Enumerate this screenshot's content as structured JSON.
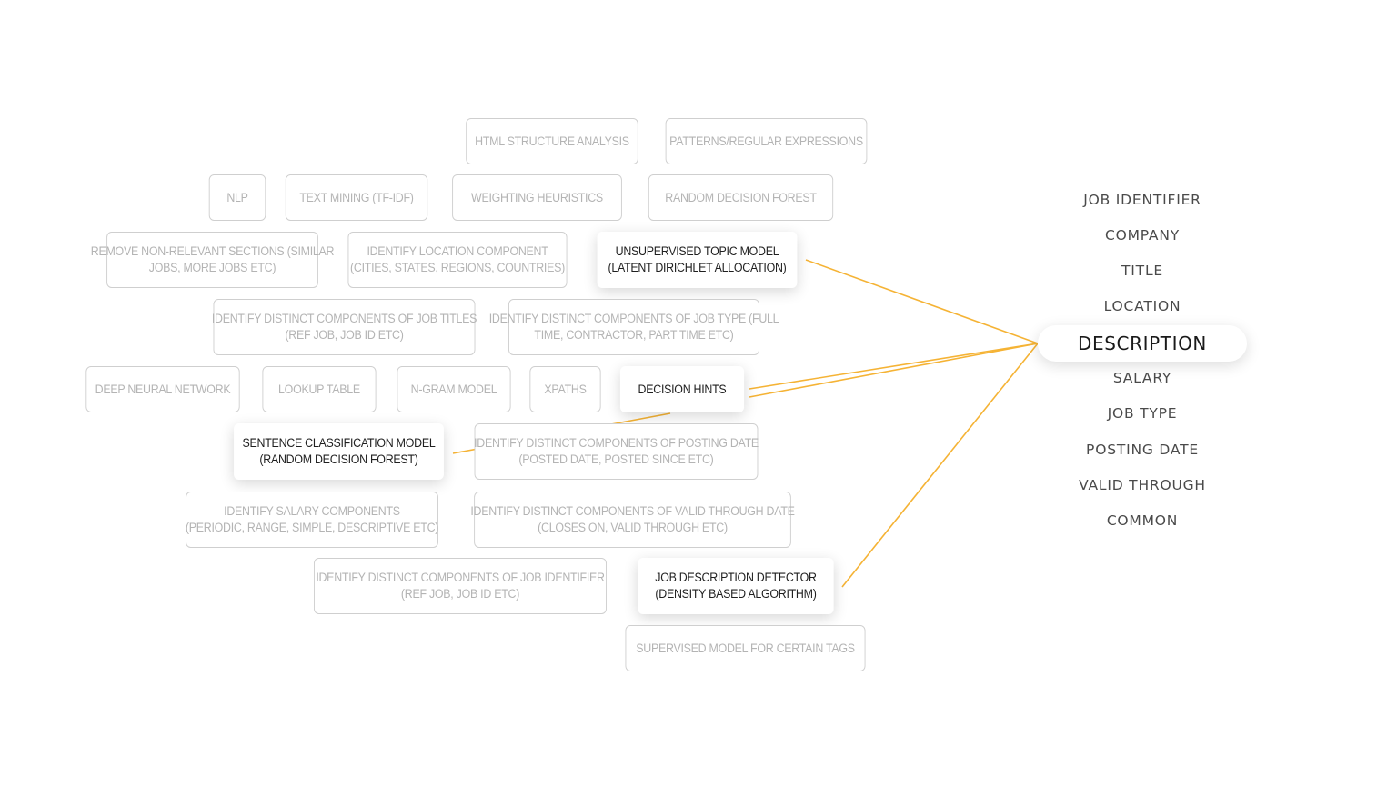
{
  "colors": {
    "connector": "#f5b335",
    "inactive_text": "#b4b4b4",
    "active_text": "#1f1f1f",
    "border": "#cfcfcf"
  },
  "techniques": {
    "html_structure": [
      "HTML STRUCTURE ANALYSIS"
    ],
    "patterns": [
      "PATTERNS/REGULAR EXPRESSIONS"
    ],
    "nlp": [
      "NLP"
    ],
    "text_mining": [
      "TEXT MINING (TF-IDF)"
    ],
    "weighting": [
      "WEIGHTING HEURISTICS"
    ],
    "random_forest": [
      "RANDOM DECISION FOREST"
    ],
    "remove_sections": [
      "REMOVE NON-RELEVANT SECTIONS (SIMILAR",
      "JOBS, MORE JOBS ETC)"
    ],
    "location_component": [
      "IDENTIFY LOCATION COMPONENT",
      "(CITIES, STATES, REGIONS, COUNTRIES)"
    ],
    "topic_model": [
      "UNSUPERVISED TOPIC MODEL",
      "(LATENT DIRICHLET ALLOCATION)"
    ],
    "job_titles": [
      "IDENTIFY DISTINCT COMPONENTS OF JOB TITLES",
      "(REF JOB, JOB ID ETC)"
    ],
    "job_type": [
      "IDENTIFY DISTINCT COMPONENTS OF JOB TYPE (FULL",
      "TIME, CONTRACTOR, PART TIME ETC)"
    ],
    "deep_nn": [
      "DEEP NEURAL NETWORK"
    ],
    "lookup": [
      "LOOKUP TABLE"
    ],
    "ngram": [
      "N-GRAM MODEL"
    ],
    "xpaths": [
      "XPATHS"
    ],
    "decision_hints": [
      "DECISION HINTS"
    ],
    "sentence_model": [
      "SENTENCE CLASSIFICATION MODEL",
      "(RANDOM DECISION FOREST)"
    ],
    "posting_date": [
      "IDENTIFY DISTINCT COMPONENTS OF POSTING DATE",
      "(POSTED DATE, POSTED SINCE ETC)"
    ],
    "salary": [
      "IDENTIFY SALARY COMPONENTS",
      "(PERIODIC, RANGE, SIMPLE, DESCRIPTIVE ETC)"
    ],
    "valid_through": [
      "IDENTIFY DISTINCT COMPONENTS OF VALID THROUGH DATE",
      "(CLOSES ON, VALID THROUGH ETC)"
    ],
    "job_identifier": [
      "IDENTIFY DISTINCT COMPONENTS OF JOB IDENTIFIER",
      "(REF JOB, JOB ID ETC)"
    ],
    "desc_detector": [
      "JOB DESCRIPTION DETECTOR",
      "(DENSITY BASED ALGORITHM)"
    ],
    "supervised": [
      "SUPERVISED MODEL FOR CERTAIN TAGS"
    ]
  },
  "fields": [
    "JOB IDENTIFIER",
    "COMPANY",
    "TITLE",
    "LOCATION",
    "DESCRIPTION",
    "SALARY",
    "JOB TYPE",
    "POSTING DATE",
    "VALID THROUGH",
    "COMMON"
  ],
  "selected_field": "DESCRIPTION"
}
